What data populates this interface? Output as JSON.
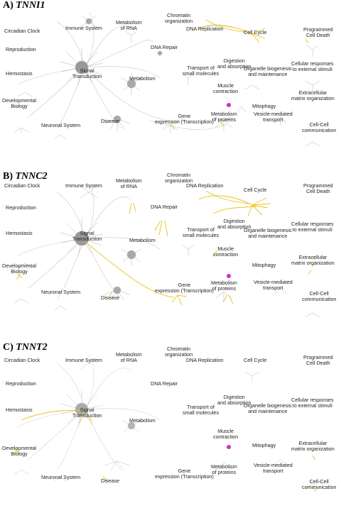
{
  "colors": {
    "edge": "#c8c8c8",
    "node": "#a9a9a9",
    "highlight": "#e8c41a",
    "magenta": "#cc2fcc"
  },
  "panels": [
    {
      "letter": "A)",
      "gene": "TNNI1",
      "labels": {
        "circadian": "Circadian Clock",
        "immune": "Immune System",
        "metabolism_rna": "Metabolism\nof RNA",
        "chromatin": "Chromatin\norganization",
        "dna_replication": "DNA Replication",
        "cell_cycle": "Cell Cycle",
        "programmed_death": "Programmed\nCell Death",
        "reproduction": "Reproduction",
        "dna_repair": "DNA Repair",
        "digestion": "Digestion\nand absorption",
        "transport_small": "Transport of\nsmall molecules",
        "organelle": "Organelle biogenesis\nand maintenance",
        "cellular_responses": "Cellular responses\nto external stimuli",
        "hemostasis": "Hemostasis",
        "signal": "Signal\nTransduction",
        "metabolism": "Metabolism",
        "muscle": "Muscle\ncontraction",
        "extracellular": "Extracellular\nmatrix organization",
        "developmental": "Developmental\nBiology",
        "mitophagy": "Mitophagy",
        "neuronal": "Neuronal System",
        "disease": "Disease",
        "gene_expression": "Gene\nexpression (Transcription)",
        "metabolism_proteins": "Metabolism\nof proteins",
        "vesicle": "Vesicle-mediated\ntransport",
        "cell_cell": "Cell-Cell\ncommunication"
      },
      "highlighted_pathways": [
        "DNA Replication",
        "Cell Cycle",
        "Programmed Cell Death",
        "Muscle contraction",
        "Gene expression (Transcription)",
        "Metabolism of proteins"
      ]
    },
    {
      "letter": "B)",
      "gene": "TNNC2",
      "labels": {
        "circadian": "Circadian Clock",
        "immune": "Immune System",
        "metabolism_rna": "Metabolism\nof RNA",
        "chromatin": "Chromatin\norganization",
        "dna_replication": "DNA Replication",
        "cell_cycle": "Cell Cycle",
        "programmed_death": "Programmed\nCell Death",
        "reproduction": "Reproduction",
        "dna_repair": "DNA Repair",
        "digestion": "Digestion\nand absorption",
        "transport_small": "Transport of\nsmall molecules",
        "organelle": "Organelle biogenesis\nand maintenance",
        "cellular_responses": "Cellular responses\nto external stimuli",
        "hemostasis": "Hemostasis",
        "signal": "Signal\nTransduction",
        "metabolism": "Metabolism",
        "muscle": "Muscle\ncontraction",
        "extracellular": "Extracellular\nmatrix organization",
        "developmental": "Developmental\nBiology",
        "mitophagy": "Mitophagy",
        "neuronal": "Neuronal System",
        "disease": "Disease",
        "gene_expression": "Gene\nexpression (Transcription)",
        "metabolism_proteins": "Metabolism\nof proteins",
        "vesicle": "Vesicle-mediated\ntransport",
        "cell_cell": "Cell-Cell\ncommunication"
      },
      "highlighted_pathways": [
        "Immune System",
        "Metabolism of RNA",
        "Chromatin organization",
        "DNA Repair",
        "DNA Replication",
        "Cell Cycle",
        "Signal Transduction",
        "Developmental Biology",
        "Muscle contraction",
        "Gene expression (Transcription)",
        "Metabolism of proteins",
        "Disease",
        "Cellular responses to external stimuli",
        "Extracellular matrix organization"
      ]
    },
    {
      "letter": "C)",
      "gene": "TNNT2",
      "labels": {
        "circadian": "Circadian Clock",
        "immune": "Immune System",
        "metabolism_rna": "Metabolism\nof RNA",
        "chromatin": "Chromatin\norganization",
        "dna_replication": "DNA Replication",
        "cell_cycle": "Cell Cycle",
        "programmed_death": "Programmed\nCell Death",
        "reproduction": "Reproduction",
        "dna_repair": "DNA Repair",
        "digestion": "Digestion\nand absorption",
        "transport_small": "Transport of\nsmall molecules",
        "organelle": "Organelle biogenesis\nand maintenance",
        "cellular_responses": "Cellular responses\nto external stimuli",
        "hemostasis": "Hemostasis",
        "signal": "Signal\nTransduction",
        "metabolism": "Metabolism",
        "muscle": "Muscle\ncontraction",
        "extracellular": "Extracellular\nmatrix organization",
        "developmental": "Developmental\nBiology",
        "mitophagy": "Mitophagy",
        "neuronal": "Neuronal System",
        "disease": "Disease",
        "gene_expression": "Gene\nexpression (Transcription)",
        "metabolism_proteins": "Metabolism\nof proteins",
        "vesicle": "Vesicle-mediated\ntransport",
        "cell_cell": "Cell-Cell\ncommunication"
      },
      "highlighted_pathways": [
        "Hemostasis",
        "Signal Transduction",
        "Developmental Biology",
        "Muscle contraction",
        "Disease",
        "Extracellular matrix organization",
        "Cell-Cell communication"
      ]
    }
  ]
}
